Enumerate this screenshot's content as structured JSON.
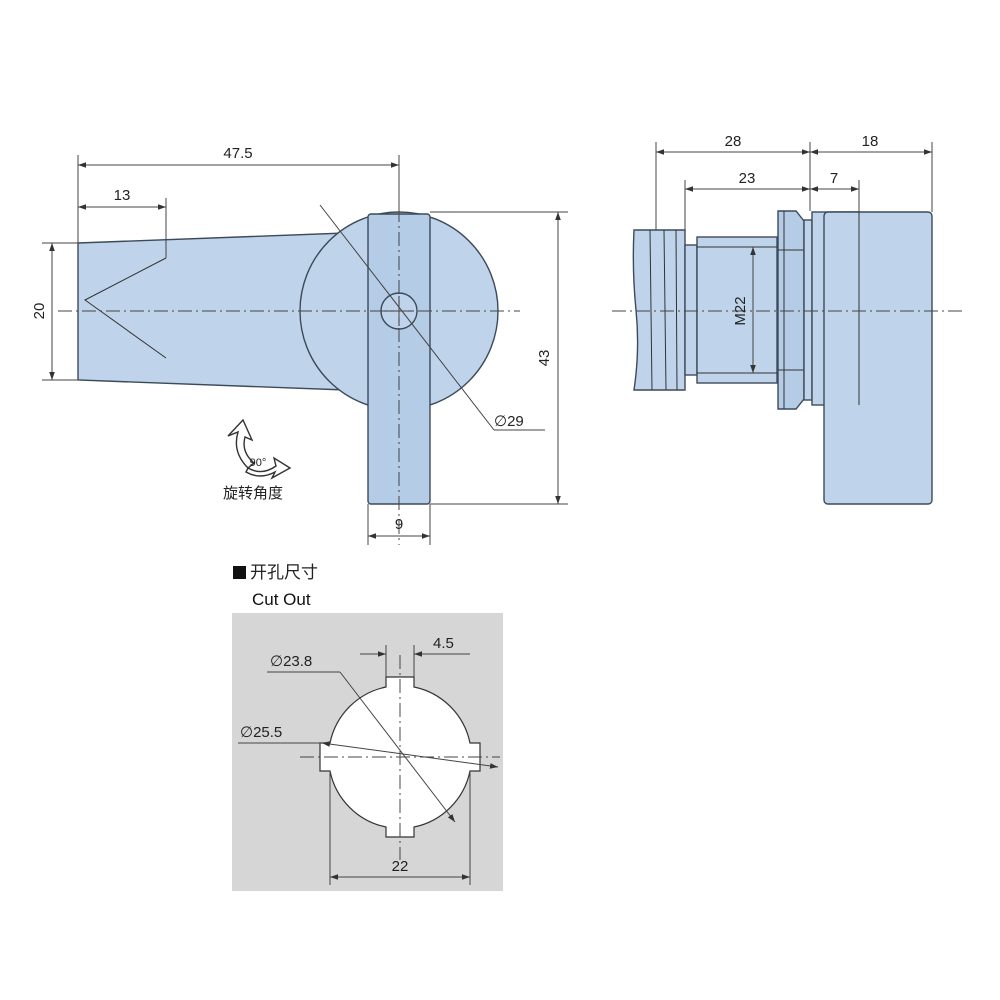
{
  "front_view": {
    "dims": {
      "length": "47.5",
      "tip": "13",
      "width": "20",
      "height": "43",
      "diameter": "∅29",
      "handle": "9"
    },
    "rotation": {
      "angle": "90°",
      "label": "旋转角度"
    }
  },
  "side_view": {
    "dims": {
      "total_left": "28",
      "total_right": "18",
      "thread_len": "23",
      "flange": "7",
      "thread": "M22"
    }
  },
  "cutout": {
    "title_cn": "开孔尺寸",
    "title_en": "Cut Out",
    "dims": {
      "inner_diameter": "∅23.8",
      "outer_diameter": "∅25.5",
      "key_width": "4.5",
      "width": "22"
    }
  },
  "colors": {
    "part_fill": "#bfd4ea",
    "cutout_bg": "#d6d6d6"
  }
}
